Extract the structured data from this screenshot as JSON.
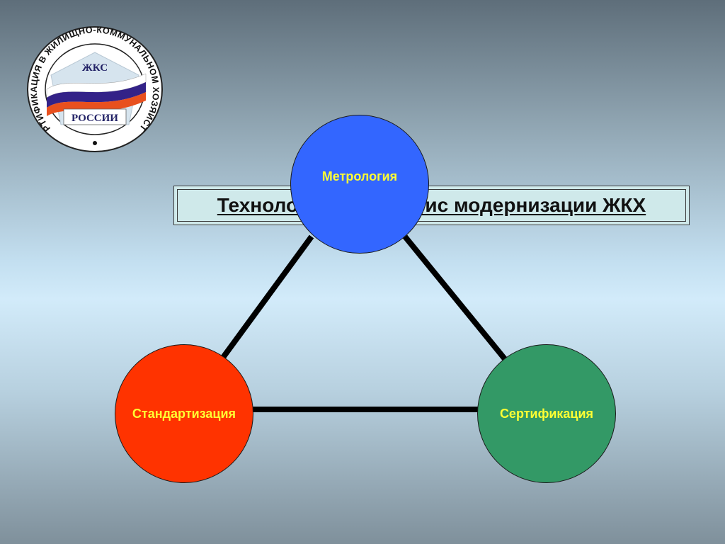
{
  "logo": {
    "ring_text": "СЕРТИФИКАЦИЯ В ЖИЛИЩНО-КОММУНАЛЬНОМ ХОЗЯЙСТВЕ",
    "top_text": "ЖКС",
    "bottom_text": "РОССИИ"
  },
  "title": "Технологический базис модернизации ЖКХ",
  "nodes": {
    "metrology": "Метрология",
    "standardization": "Стандартизация",
    "certification": "Сертификация"
  },
  "colors": {
    "metrology": "#3366ff",
    "standardization": "#ff3300",
    "certification": "#339966",
    "node_text": "#ffff33",
    "title_box": "#cfe9ea"
  }
}
